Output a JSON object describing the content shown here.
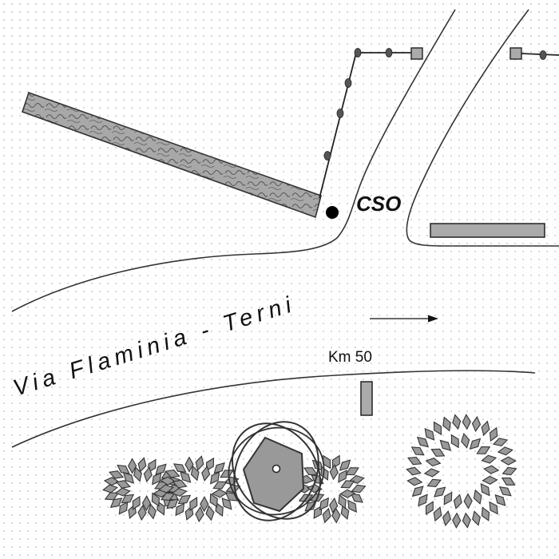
{
  "map": {
    "road_name": "Via Flaminia - Terni",
    "cso_label": "CSO",
    "km_label": "Km 50"
  },
  "icons": {
    "direction": "arrow-right-icon",
    "cso": "filled-circle-icon",
    "gate": "square-post-icon",
    "shrub": "shrub-icon",
    "tree": "tree-icon"
  },
  "colors": {
    "road_line": "#333333",
    "stone_wall_fill": "#a8a8a8",
    "fence_post": "#555555",
    "gate_post": "#aaaaaa",
    "vegetation_fill": "#999999",
    "cso_marker": "#000000"
  }
}
